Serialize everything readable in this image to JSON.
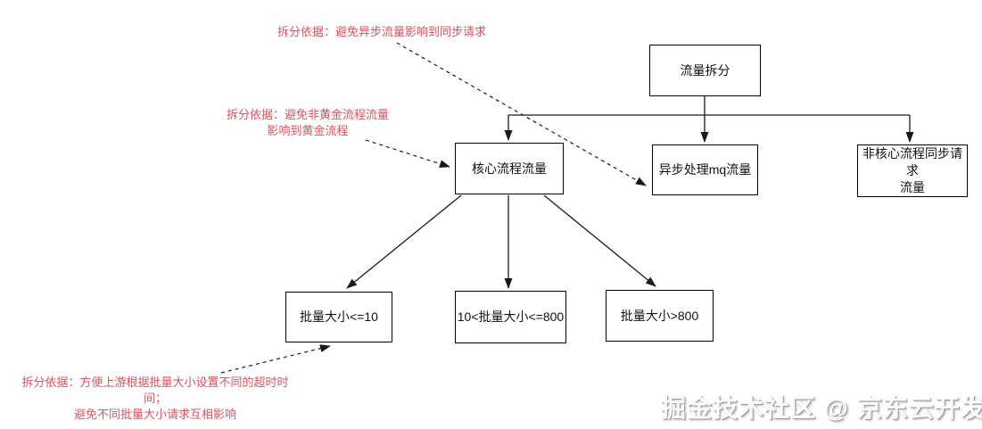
{
  "nodes": {
    "root": {
      "label": "流量拆分"
    },
    "core": {
      "label": "核心流程流量"
    },
    "async": {
      "label": "异步处理mq流量"
    },
    "noncore": {
      "label": "非核心流程同步请求\n流量"
    },
    "small": {
      "label": "批量大小<=10"
    },
    "medium": {
      "label": "10<批量大小<=800"
    },
    "large": {
      "label": "批量大小>800"
    }
  },
  "annotations": {
    "async_note": "拆分依据：避免异步流量影响到同步请求",
    "core_note": "拆分依据：避免非黄金流程流量\n影响到黄金流程",
    "batch_note": "拆分依据：方便上游根据批量大小设置不同的超时时间；\n避免不同批量大小请求互相影响"
  },
  "edges": [
    {
      "from": "root",
      "to": "core",
      "style": "solid"
    },
    {
      "from": "root",
      "to": "async",
      "style": "solid"
    },
    {
      "from": "root",
      "to": "noncore",
      "style": "solid"
    },
    {
      "from": "core",
      "to": "small",
      "style": "solid"
    },
    {
      "from": "core",
      "to": "medium",
      "style": "solid"
    },
    {
      "from": "core",
      "to": "large",
      "style": "solid"
    },
    {
      "from": "async_note",
      "to": "async",
      "style": "dashed"
    },
    {
      "from": "core_note",
      "to": "core",
      "style": "dashed"
    },
    {
      "from": "batch_note",
      "to": "small",
      "style": "dashed"
    }
  ],
  "watermark": "掘金技术社区 @ 京东云开发者",
  "colors": {
    "background": "#ffffff",
    "node_border": "#000000",
    "node_fill": "#ffffff",
    "annotation_red": "#e0505d",
    "line": "#1a1a1a",
    "watermark_gray": "#9c9c9c"
  }
}
